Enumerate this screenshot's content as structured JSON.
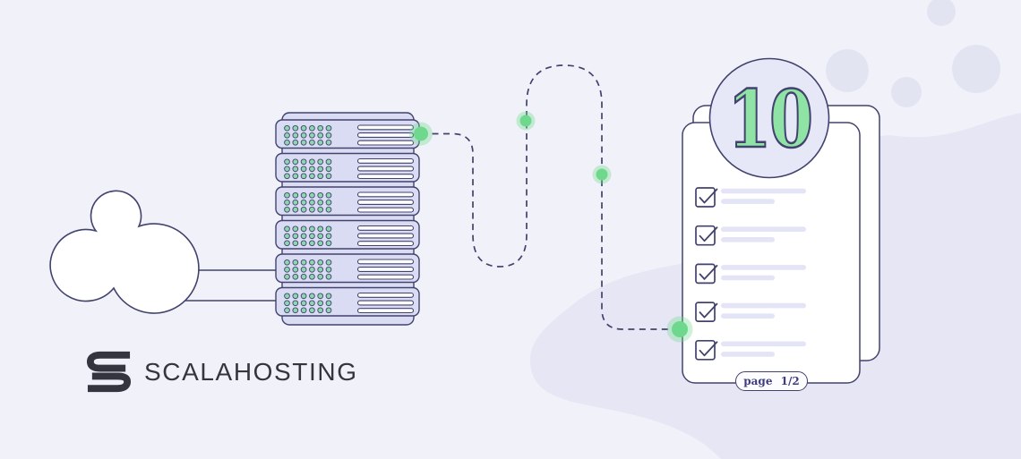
{
  "scene": {
    "colors": {
      "bg": "#f1f2f9",
      "blob": "#e6e6f5",
      "deco": "#e3e4f2",
      "ink": "#42426e",
      "srv": "#dadcf3",
      "led": "#8cd8ae",
      "bar": "#e3e4f5",
      "green": "#6ed98d",
      "green10": "#8fe3a4",
      "brandink": "#34353e"
    }
  },
  "logo": {
    "brand": "SCALAHOSTING"
  },
  "cloud": {
    "icon": "cloud-icon",
    "link_lines": 2
  },
  "servers": {
    "count": 6,
    "led_rows": 3,
    "led_cols": 6,
    "slot_bars": 3
  },
  "flow": {
    "style": "dashed",
    "dots": 4
  },
  "document": {
    "badge_count": "10",
    "page_label": "page 1/2",
    "checklist_items": 5,
    "pages_visible": 2
  }
}
